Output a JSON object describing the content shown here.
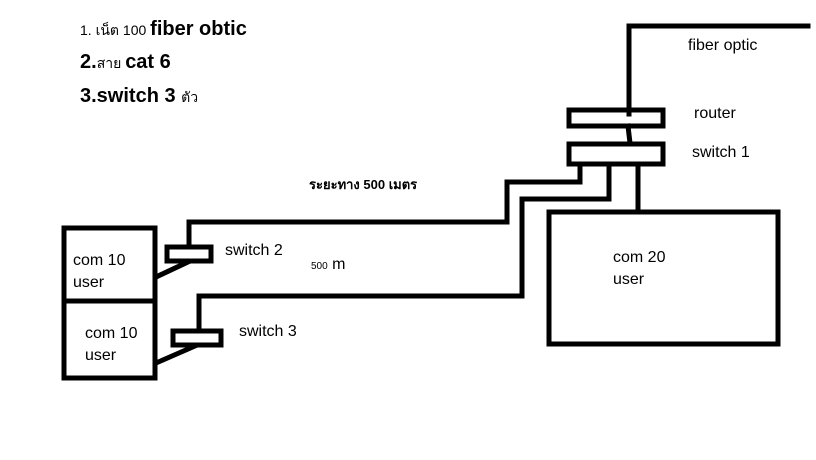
{
  "notes": {
    "line1_prefix": "1. เน็ต 100 ",
    "line1_bold": "fiber obtic",
    "line2_prefix": "2.",
    "line2_thai": "สาย ",
    "line2_bold": "cat 6",
    "line3_bold": "3.switch 3 ",
    "line3_thai": "ตัว"
  },
  "labels": {
    "fiber_optic": "fiber optic",
    "router": "router",
    "switch1": "switch 1",
    "switch2": "switch 2",
    "switch3": "switch 3",
    "distance_thai": "ระยะทาง 500 เมตร",
    "distance_small_num": "500",
    "distance_small_unit": " m",
    "com20_line1": "com 20",
    "com20_line2": "user",
    "com10a_line1": "com 10",
    "com10a_line2": "user",
    "com10b_line1": "com 10",
    "com10b_line2": "user"
  }
}
